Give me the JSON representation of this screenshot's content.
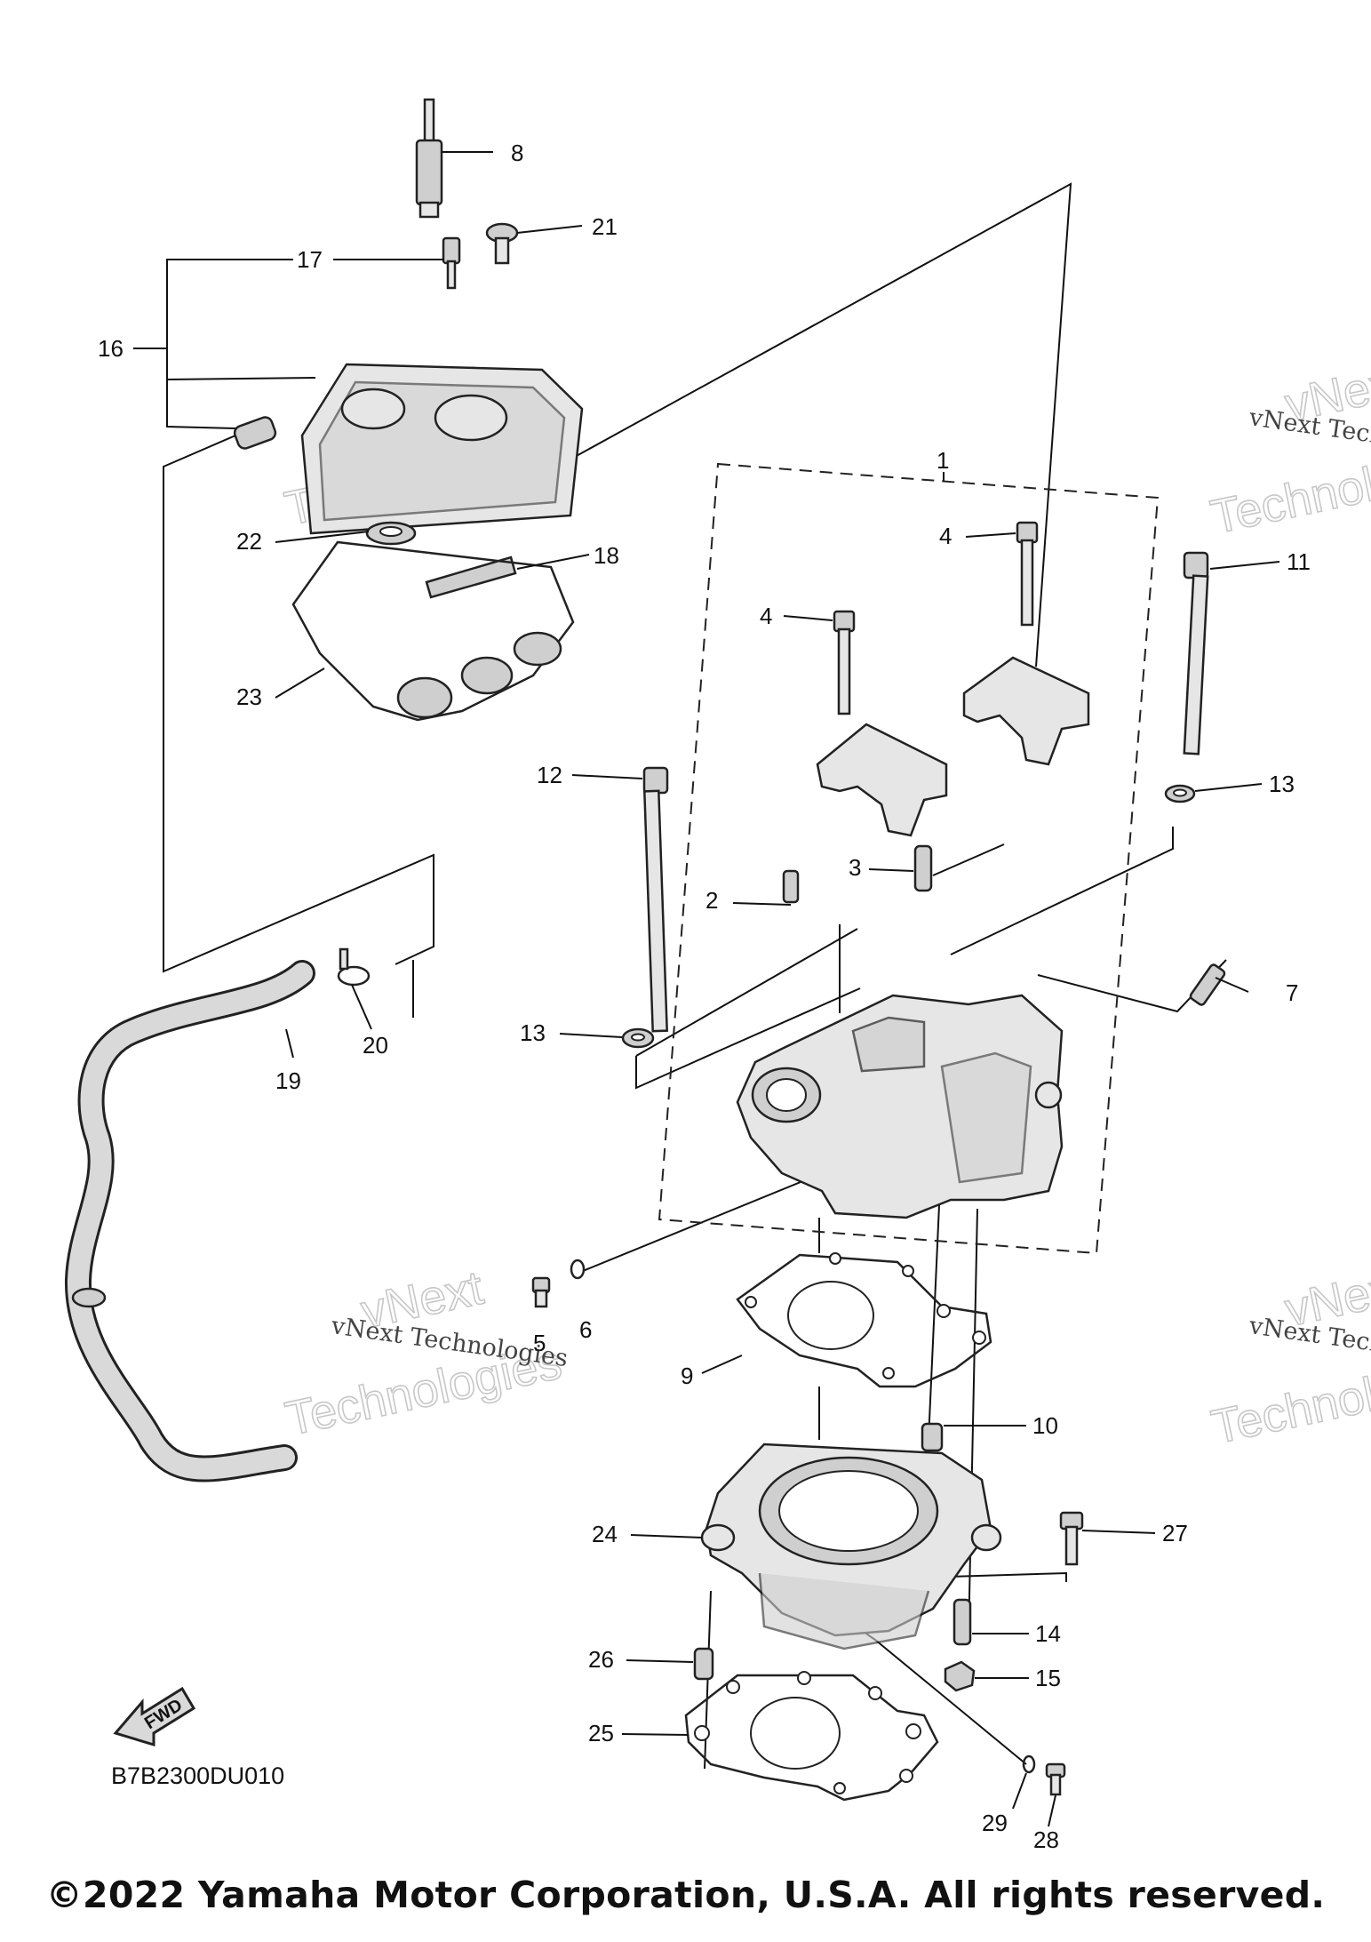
{
  "diagram": {
    "diagram_code": "B7B2300DU010",
    "direction_badge": "FWD",
    "copyright": "©2022 Yamaha Motor Corporation, U.S.A. All rights reserved.",
    "watermark": {
      "line1": "vNext Technologies",
      "line2": "vNext",
      "line3": "Technologies"
    },
    "callouts": [
      {
        "id": "c1",
        "label": "1"
      },
      {
        "id": "c2",
        "label": "2"
      },
      {
        "id": "c3",
        "label": "3"
      },
      {
        "id": "c4a",
        "label": "4"
      },
      {
        "id": "c4b",
        "label": "4"
      },
      {
        "id": "c5",
        "label": "5"
      },
      {
        "id": "c6",
        "label": "6"
      },
      {
        "id": "c7",
        "label": "7"
      },
      {
        "id": "c8",
        "label": "8"
      },
      {
        "id": "c9",
        "label": "9"
      },
      {
        "id": "c10",
        "label": "10"
      },
      {
        "id": "c11",
        "label": "11"
      },
      {
        "id": "c12",
        "label": "12"
      },
      {
        "id": "c13a",
        "label": "13"
      },
      {
        "id": "c13b",
        "label": "13"
      },
      {
        "id": "c14",
        "label": "14"
      },
      {
        "id": "c15",
        "label": "15"
      },
      {
        "id": "c16",
        "label": "16"
      },
      {
        "id": "c17",
        "label": "17"
      },
      {
        "id": "c18",
        "label": "18"
      },
      {
        "id": "c19",
        "label": "19"
      },
      {
        "id": "c20",
        "label": "20"
      },
      {
        "id": "c21",
        "label": "21"
      },
      {
        "id": "c22",
        "label": "22"
      },
      {
        "id": "c23",
        "label": "23"
      },
      {
        "id": "c24",
        "label": "24"
      },
      {
        "id": "c25",
        "label": "25"
      },
      {
        "id": "c26",
        "label": "26"
      },
      {
        "id": "c27",
        "label": "27"
      },
      {
        "id": "c28",
        "label": "28"
      },
      {
        "id": "c29",
        "label": "29"
      }
    ]
  }
}
